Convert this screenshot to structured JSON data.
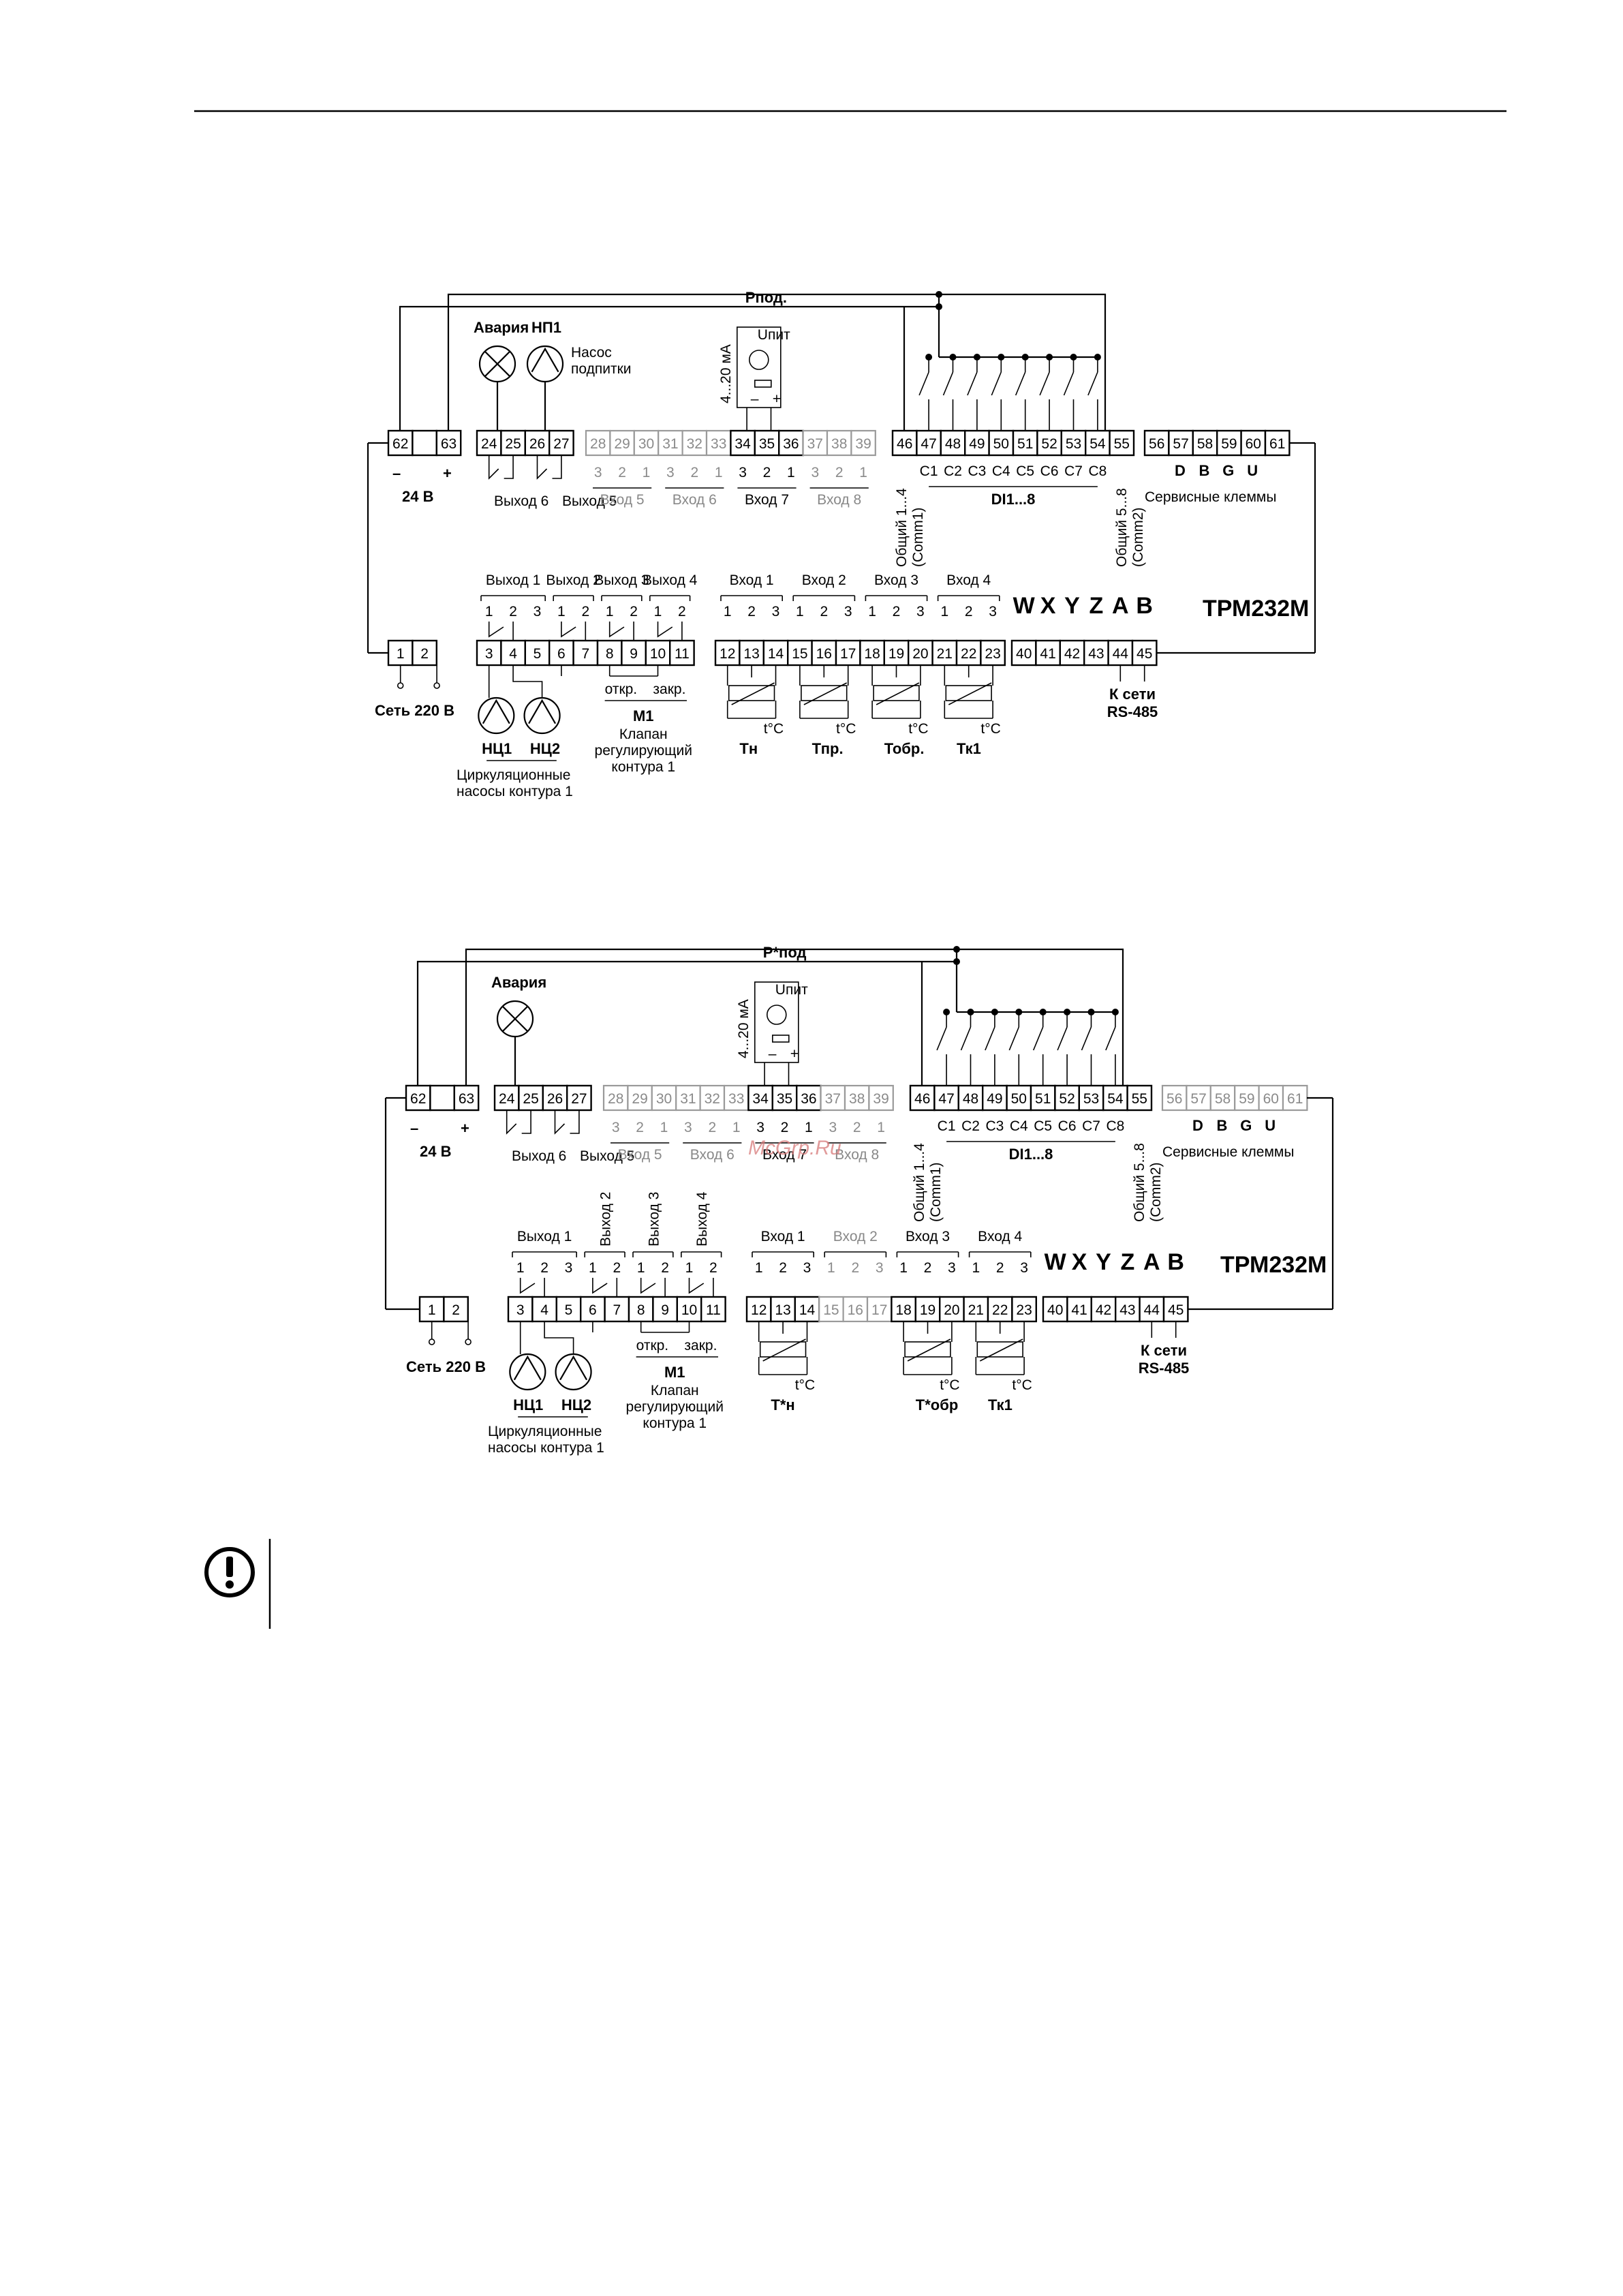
{
  "device_title": "ТРМ232М",
  "supply_24": "24 В",
  "minus": "–",
  "plus": "+",
  "mains": "Сеть 220 В",
  "rs485_line1": "К сети",
  "rs485_line2": "RS-485",
  "service_letters": [
    "D",
    "B",
    "G",
    "U"
  ],
  "service_label": "Сервисные клеммы",
  "common1": [
    "Общий 1...4",
    "(Comm1)"
  ],
  "common2": [
    "Общий 5...8",
    "(Comm2)"
  ],
  "di_label": "DI1...8",
  "di_channels": [
    "C1",
    "C2",
    "C3",
    "C4",
    "C5",
    "C6",
    "C7",
    "C8"
  ],
  "wxyz": [
    "W",
    "X",
    "Y",
    "Z",
    "A",
    "B"
  ],
  "sensor_unit": "t°C",
  "sensor_current": "4...20 мА",
  "sensor_supply": "Uпит",
  "sensor_sign_minus": "–",
  "sensor_sign_plus": "+",
  "valve_open": "откр.",
  "valve_close": "закр.",
  "valve_title": "M1",
  "valve_desc": [
    "Клапан",
    "регулирующий",
    "контура 1"
  ],
  "pumps_desc": [
    "Циркуляционные",
    "насосы контура 1"
  ],
  "pump1": "НЦ1",
  "pump2": "НЦ2",
  "diagram1": {
    "pressure": "Pпод.",
    "alarm": "Авария",
    "np1": "НП1",
    "np1_desc": [
      "Насос",
      "подпитки"
    ],
    "out6": "Выход 6",
    "out5": "Выход 5",
    "in5": "Вход 5",
    "in6": "Вход 6",
    "in7": "Вход 7",
    "in8": "Вход 8",
    "out1": "Выход 1",
    "out2": "Выход 2",
    "out3": "Выход 3",
    "out4": "Выход 4",
    "in1": "Вход 1",
    "in2": "Вход 2",
    "in3": "Вход 3",
    "in4": "Вход 4",
    "sensors": [
      "Тн",
      "Тпр.",
      "Тобр.",
      "Тк1"
    ]
  },
  "diagram2": {
    "pressure": "P*под",
    "alarm": "Авария",
    "out6": "Выход 6",
    "out5": "Выход 5",
    "in5": "Вход 5",
    "in6": "Вход 6",
    "in7": "Вход 7",
    "in8": "Вход 8",
    "out1": "Выход 1",
    "out2": "Выход 2",
    "out3": "Выход 3",
    "out4": "Выход 4",
    "in1": "Вход 1",
    "in2": "Вход 2",
    "in3": "Вход 3",
    "in4": "Вход 4",
    "sensors": [
      "Т*н",
      "Т*обр",
      "Тк1"
    ]
  },
  "watermark": "McGrp.Ru"
}
